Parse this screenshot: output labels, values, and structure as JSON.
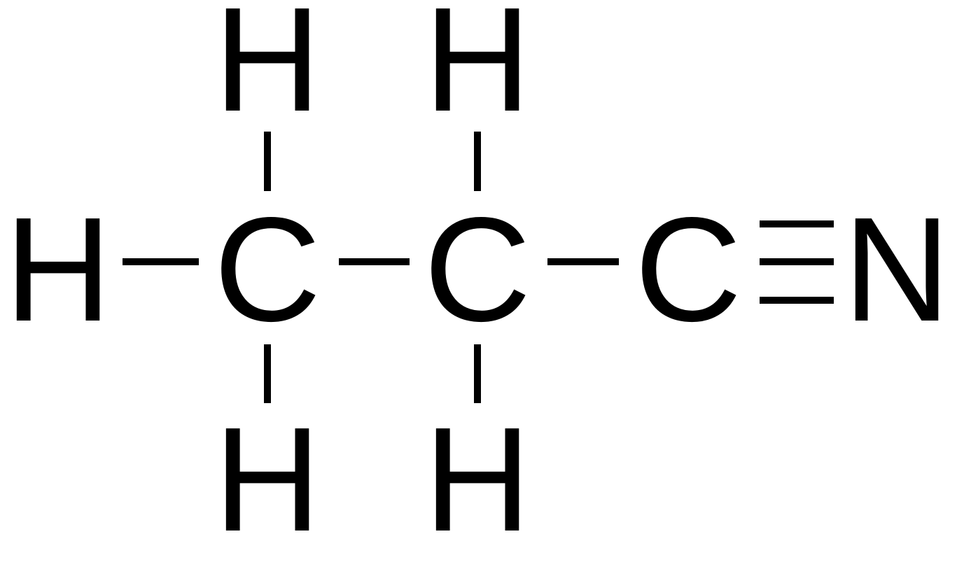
{
  "molecule": {
    "atoms": {
      "h_left": "H",
      "c1": "C",
      "c2": "C",
      "c3": "C",
      "n": "N",
      "h_c1_top": "H",
      "h_c1_bottom": "H",
      "h_c2_top": "H",
      "h_c2_bottom": "H"
    },
    "bonds": [
      {
        "from": "h_left",
        "to": "c1",
        "order": 1
      },
      {
        "from": "c1",
        "to": "c2",
        "order": 1
      },
      {
        "from": "c2",
        "to": "c3",
        "order": 1
      },
      {
        "from": "c3",
        "to": "n",
        "order": 3
      },
      {
        "from": "c1",
        "to": "h_c1_top",
        "order": 1
      },
      {
        "from": "c1",
        "to": "h_c1_bottom",
        "order": 1
      },
      {
        "from": "c2",
        "to": "h_c2_top",
        "order": 1
      },
      {
        "from": "c2",
        "to": "h_c2_bottom",
        "order": 1
      }
    ],
    "colors": {
      "ink": "#000000",
      "background": "#ffffff"
    }
  }
}
